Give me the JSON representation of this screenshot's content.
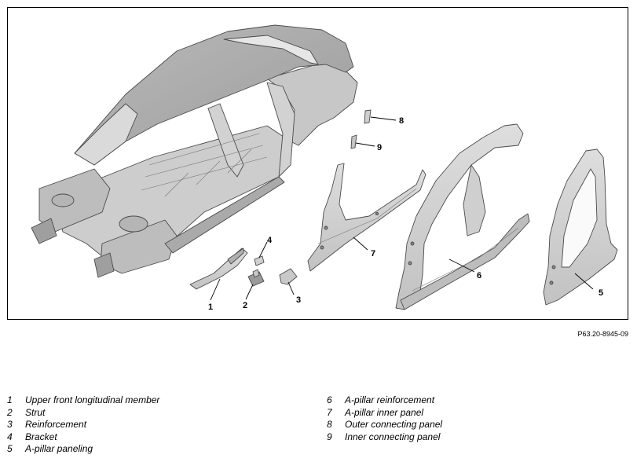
{
  "figure": {
    "code": "P63.20-8945-09",
    "callouts": [
      {
        "num": "1"
      },
      {
        "num": "2"
      },
      {
        "num": "3"
      },
      {
        "num": "4"
      },
      {
        "num": "5"
      },
      {
        "num": "6"
      },
      {
        "num": "7"
      },
      {
        "num": "8"
      },
      {
        "num": "9"
      }
    ]
  },
  "legend": {
    "left": [
      {
        "num": "1",
        "label": "Upper front longitudinal member"
      },
      {
        "num": "2",
        "label": "Strut"
      },
      {
        "num": "3",
        "label": "Reinforcement"
      },
      {
        "num": "4",
        "label": "Bracket"
      },
      {
        "num": "5",
        "label": "A-pillar paneling"
      }
    ],
    "right": [
      {
        "num": "6",
        "label": "A-pillar reinforcement"
      },
      {
        "num": "7",
        "label": "A-pillar inner panel"
      },
      {
        "num": "8",
        "label": "Outer connecting panel"
      },
      {
        "num": "9",
        "label": "Inner connecting panel"
      }
    ]
  },
  "colors": {
    "part_fill": "#d4d4d4",
    "part_dark": "#a9a9a9",
    "outline": "#4a4a4a",
    "leader": "#000000"
  }
}
